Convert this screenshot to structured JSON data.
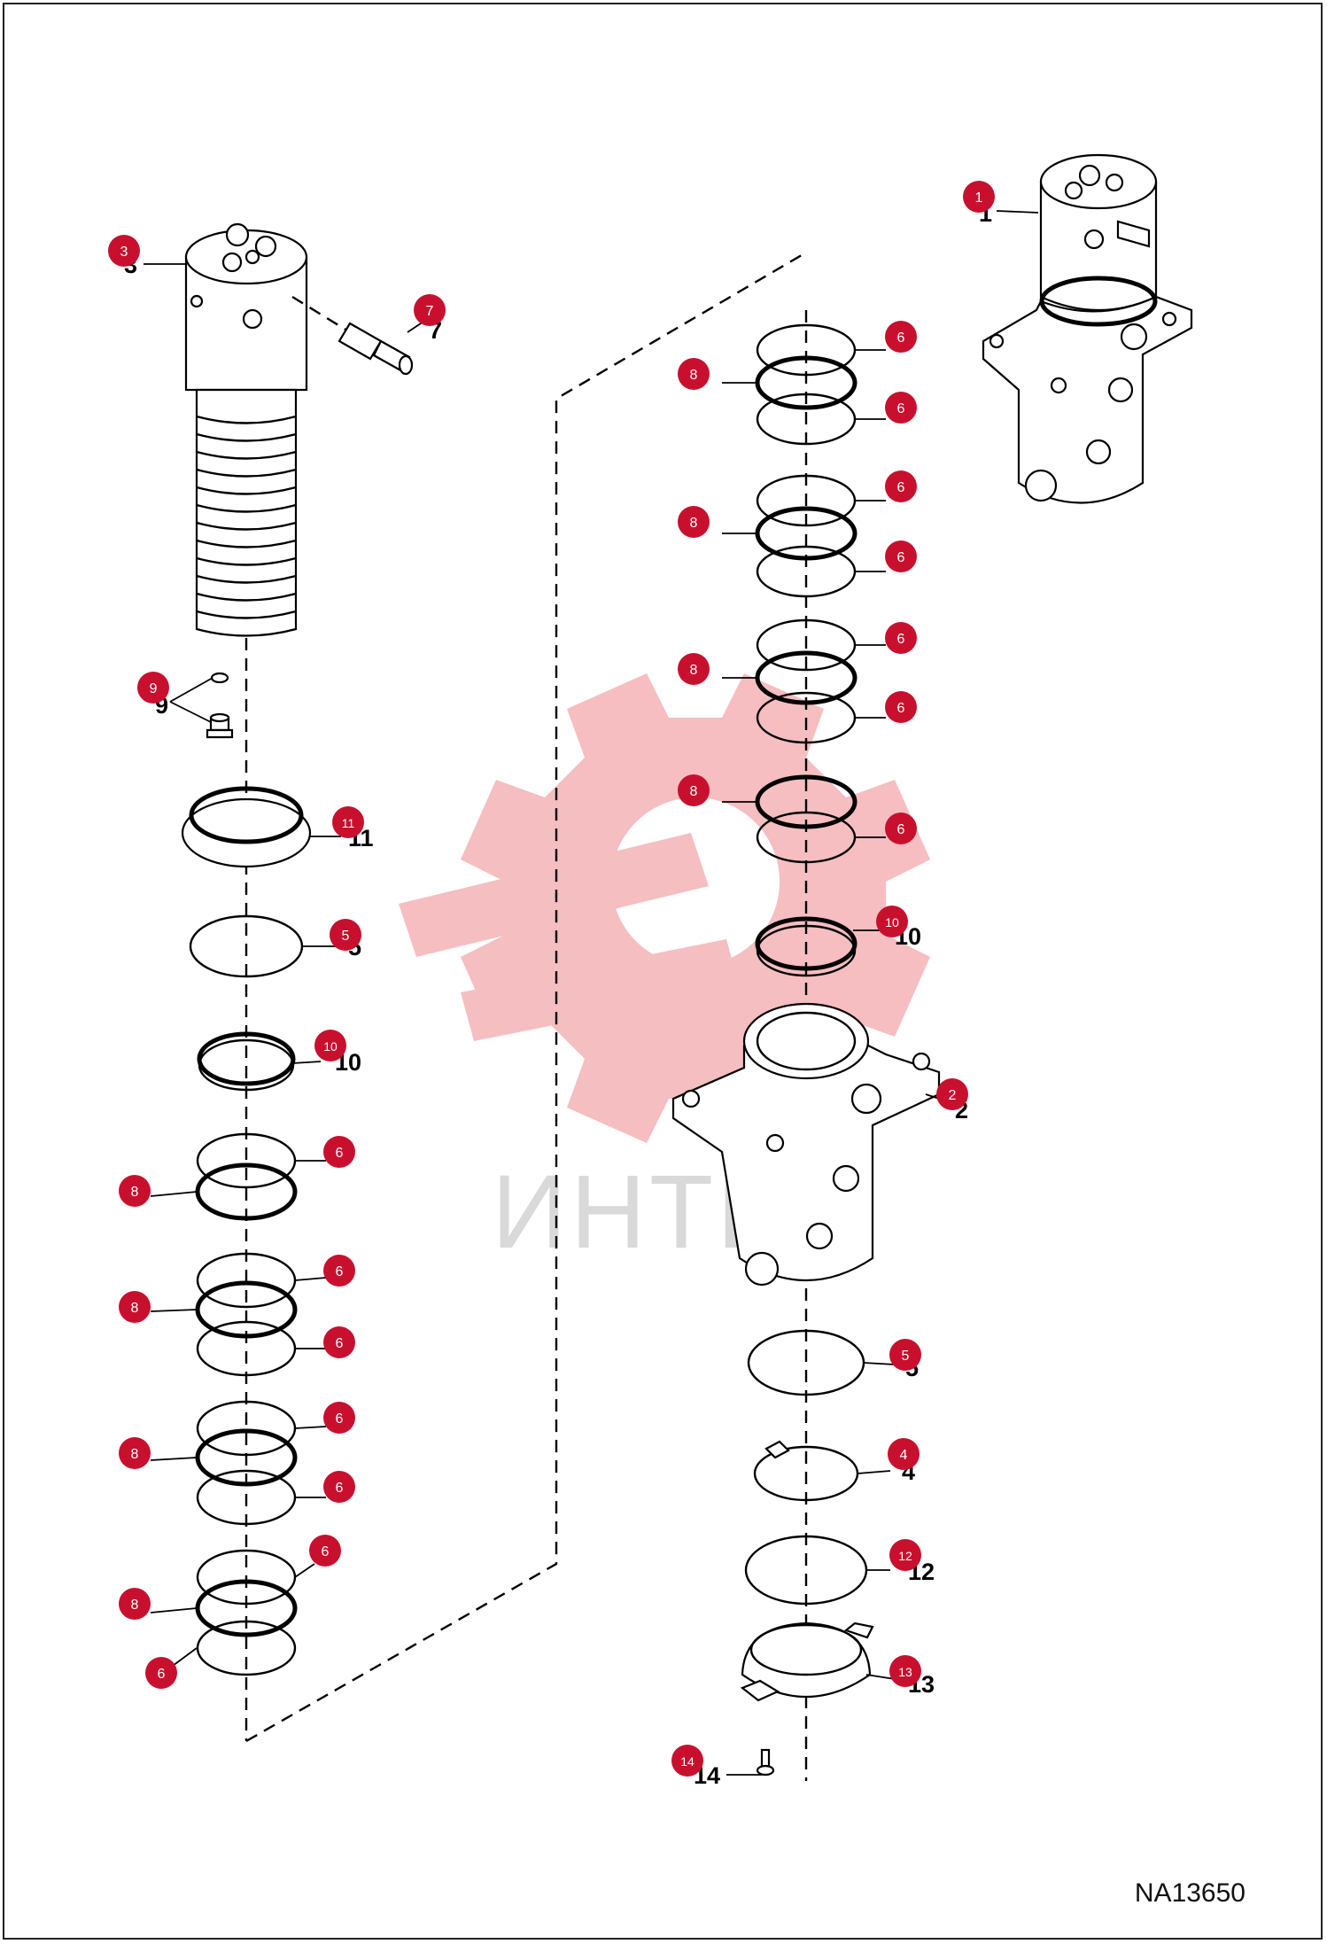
{
  "figure": {
    "code": "NA13650",
    "accent_color": "#c8102e",
    "watermark_color": "#f4b3b6"
  },
  "watermark": {
    "text": "ИНТЕ"
  },
  "callouts": {
    "c1": "1",
    "c2": "2",
    "c3": "3",
    "c4": "4",
    "c5": "5",
    "c6": "6",
    "c7": "7",
    "c8": "8",
    "c9": "9",
    "c10": "10",
    "c11": "11",
    "c12": "12",
    "c13": "13",
    "c14": "14"
  }
}
